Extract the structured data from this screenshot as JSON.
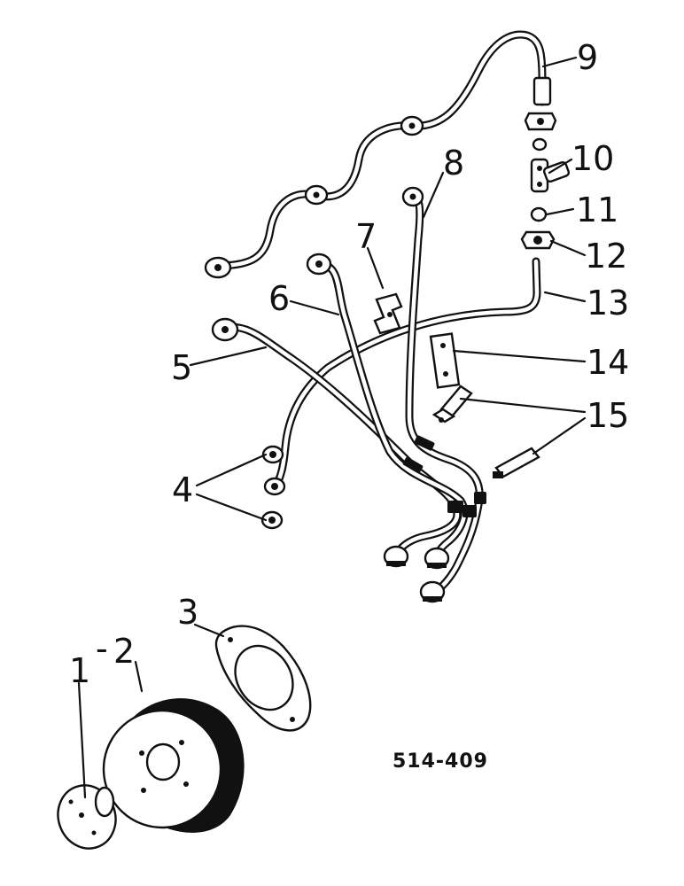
{
  "figure_code": "514-409",
  "callouts": {
    "c1": "1",
    "c2": "2",
    "c2_dash": "-",
    "c3": "3",
    "c4": "4",
    "c5": "5",
    "c6": "6",
    "c7": "7",
    "c8": "8",
    "c9": "9",
    "c10": "10",
    "c11": "11",
    "c12": "12",
    "c13": "13",
    "c14": "14",
    "c15": "15"
  }
}
